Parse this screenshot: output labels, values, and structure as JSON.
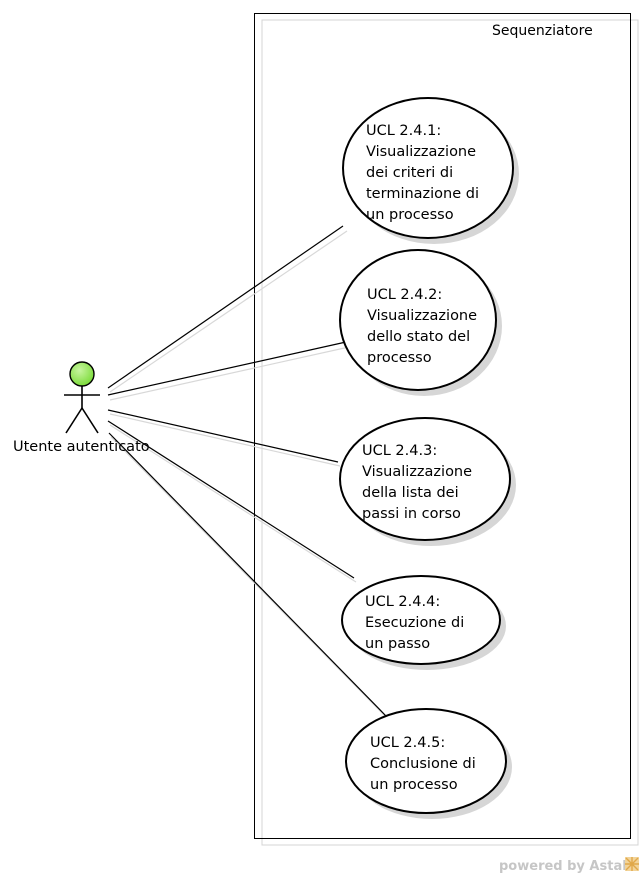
{
  "boundary": {
    "title": "Sequenziatore"
  },
  "actor": {
    "label": "Utente autenticato",
    "head_color": "#7ddc3c"
  },
  "use_cases": [
    {
      "lines": [
        "UCL 2.4.1:",
        "Visualizzazione",
        "dei criteri di",
        "terminazione di",
        "un processo"
      ]
    },
    {
      "lines": [
        "UCL 2.4.2:",
        "Visualizzazione",
        "dello stato del",
        "processo"
      ]
    },
    {
      "lines": [
        "UCL 2.4.3:",
        "Visualizzazione",
        "della lista dei",
        "passi in corso"
      ]
    },
    {
      "lines": [
        "UCL 2.4.4:",
        "Esecuzione di",
        "un passo"
      ]
    },
    {
      "lines": [
        "UCL 2.4.5:",
        "Conclusione di",
        "un processo"
      ]
    }
  ],
  "footer": {
    "text": "powered by Astah"
  }
}
